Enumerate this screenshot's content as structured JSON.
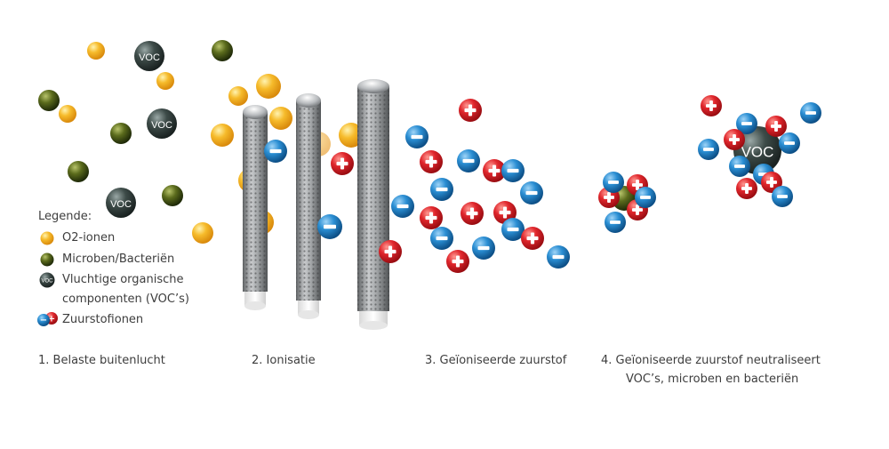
{
  "legend": {
    "title": "Legende:",
    "items": [
      {
        "label": "O2-ionen",
        "icon": "oxygen-ion-icon"
      },
      {
        "label": "Microben/Bacteriën",
        "icon": "microbe-icon"
      },
      {
        "label": "Vluchtige organische",
        "label2": "componenten (VOC’s)",
        "icon": "voc-icon"
      },
      {
        "label": "Zuurstofionen",
        "icon": "oxygen-ions-pair-icon"
      }
    ]
  },
  "particle_labels": {
    "voc": "VOC",
    "plus": "+",
    "minus": "−"
  },
  "steps": [
    {
      "label": "1. Belaste buitenlucht"
    },
    {
      "label": "2. Ionisatie"
    },
    {
      "label": "3. Geïoniseerde zuurstof"
    },
    {
      "label": "4.   Geïoniseerde zuurstof neutraliseert",
      "label2": "VOC’s, microben en bacteriën"
    }
  ],
  "colors": {
    "oxygen": "#f2a81d",
    "microbe": "#55661b",
    "voc": "#3a4744",
    "positive_ion": "#d91f26",
    "negative_ion": "#1f7fc4",
    "tube": "#8d8f92"
  }
}
